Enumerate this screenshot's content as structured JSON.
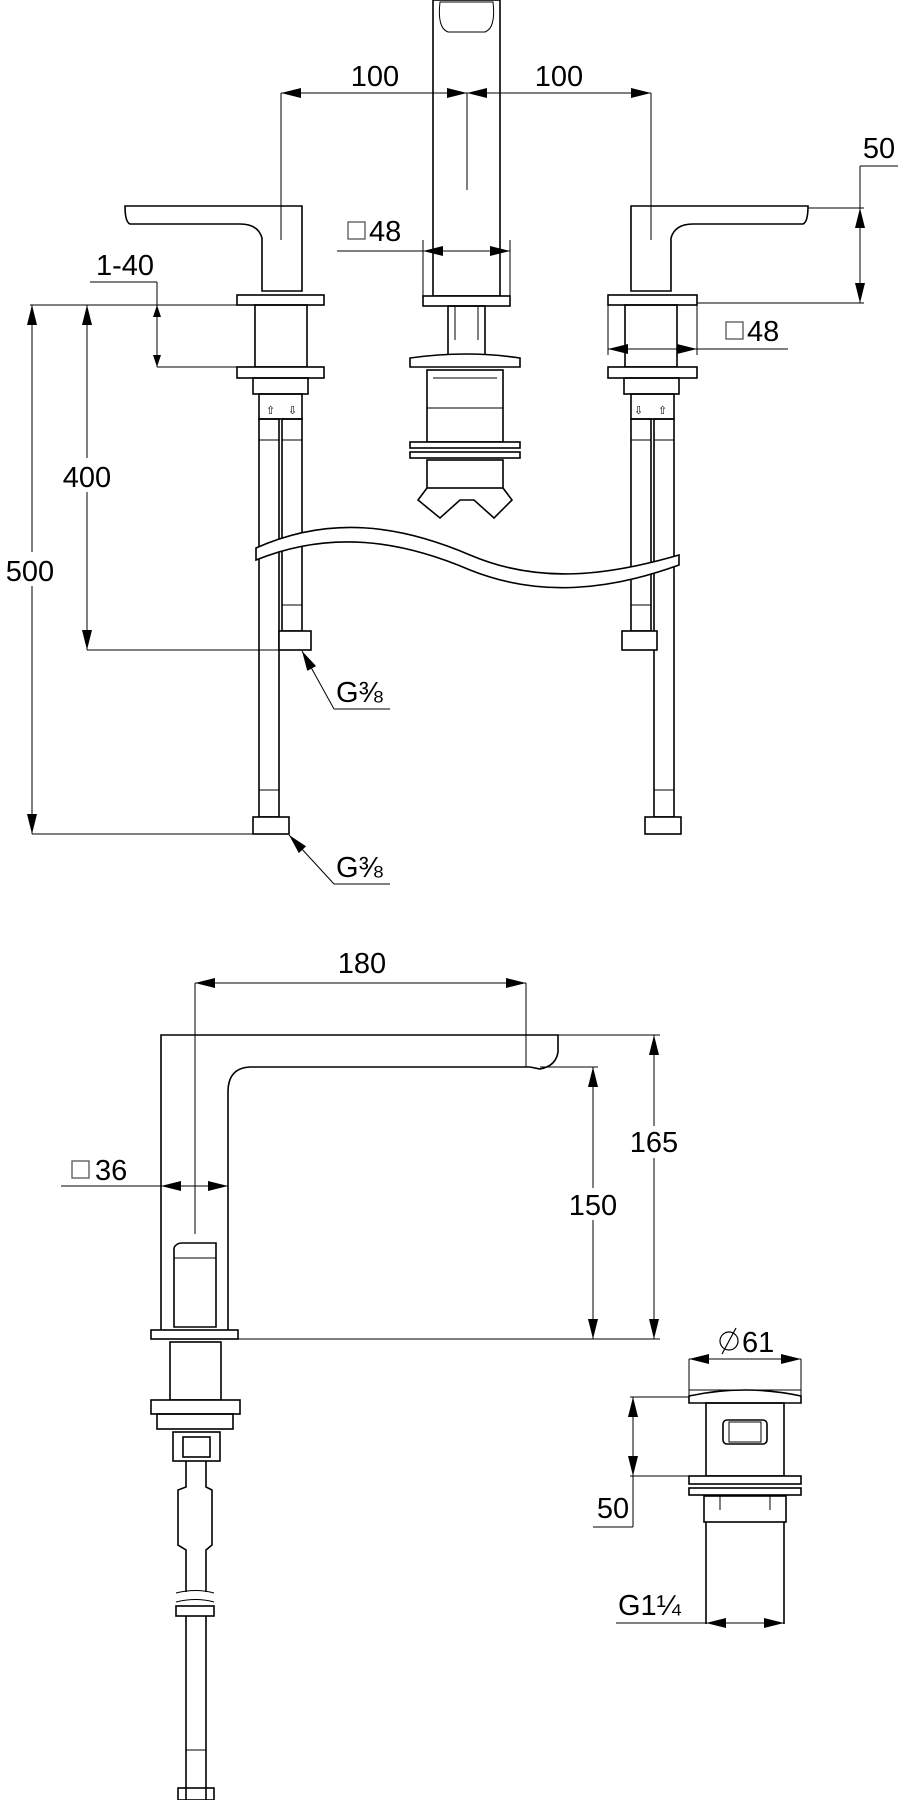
{
  "title": "Three-hole basin mixer with pop-up waste – dimension drawing",
  "front_view": {
    "spacing_left": "100",
    "spacing_right": "100",
    "lever_height": "50",
    "spout_square": "48",
    "valve_square": "48",
    "deck_thickness": "1-40",
    "short_hose": "400",
    "long_hose": "500",
    "thread_short": "G⅜",
    "thread_long": "G⅜"
  },
  "side_view": {
    "spout_reach": "180",
    "spout_square": "36",
    "outlet_height": "150",
    "total_height": "165"
  },
  "waste": {
    "head_diameter": "61",
    "head_height": "50",
    "thread": "G1¼"
  },
  "icons": [
    "square-symbol-icon",
    "diameter-symbol-icon",
    "arrowhead-icon"
  ]
}
